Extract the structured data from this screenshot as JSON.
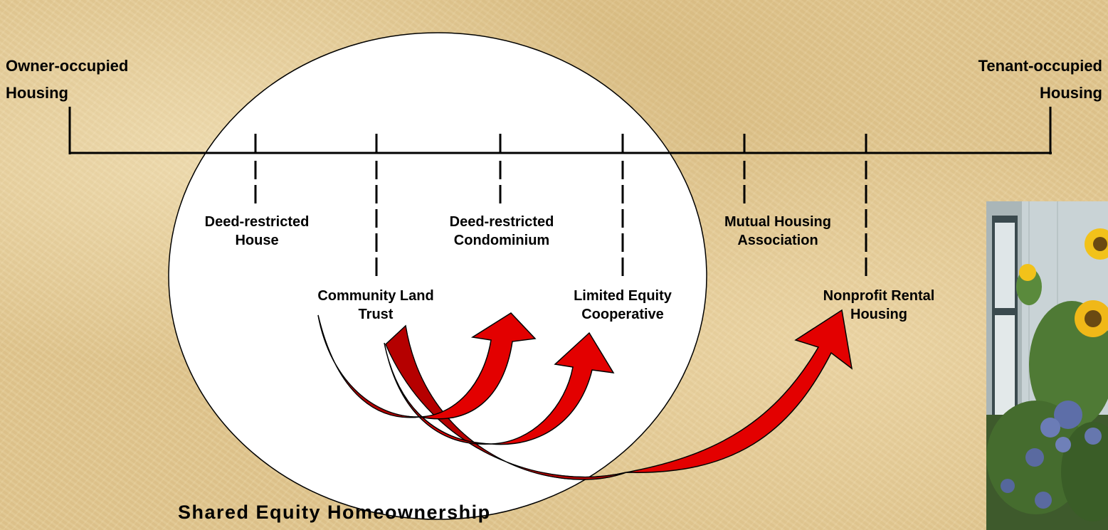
{
  "spectrum": {
    "left_label": [
      "Owner-occupied",
      "Housing"
    ],
    "right_label": [
      "Tenant-occupied",
      "Housing"
    ]
  },
  "models": [
    {
      "id": "deed-restricted-house",
      "lines": [
        "Deed-restricted",
        "House"
      ]
    },
    {
      "id": "community-land-trust",
      "lines": [
        "Community Land",
        "Trust"
      ]
    },
    {
      "id": "deed-restricted-condominium",
      "lines": [
        "Deed-restricted",
        "Condominium"
      ]
    },
    {
      "id": "limited-equity-cooperative",
      "lines": [
        "Limited Equity",
        "Cooperative"
      ]
    },
    {
      "id": "mutual-housing-association",
      "lines": [
        "Mutual Housing",
        "Association"
      ]
    },
    {
      "id": "nonprofit-rental-housing",
      "lines": [
        "Nonprofit Rental",
        "Housing"
      ]
    }
  ],
  "caption": "Shared Equity Homeownership",
  "photo": {
    "description_icon": "sunflower-garden-photo"
  },
  "colors": {
    "arrow_fill": "#e30000",
    "arrow_shade": "#b50000",
    "circle_fill": "#ffffff",
    "background": "#e2c891"
  }
}
